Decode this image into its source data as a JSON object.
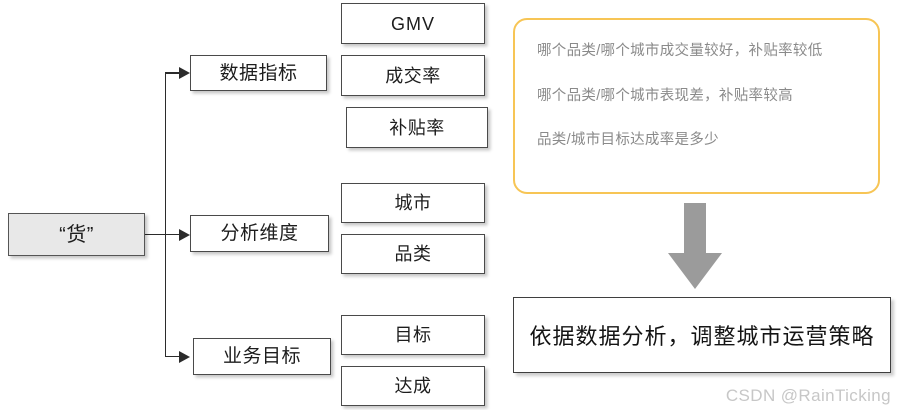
{
  "diagram": {
    "source": {
      "label": "“货”"
    },
    "branches": [
      {
        "label": "数据指标",
        "leaves": [
          {
            "label": "GMV",
            "script": "latin"
          },
          {
            "label": "成交率",
            "script": "han"
          },
          {
            "label": "补贴率",
            "script": "han"
          }
        ]
      },
      {
        "label": "分析维度",
        "leaves": [
          {
            "label": "城市",
            "script": "han"
          },
          {
            "label": "品类",
            "script": "han"
          }
        ]
      },
      {
        "label": "业务目标",
        "leaves": [
          {
            "label": "目标",
            "script": "han"
          },
          {
            "label": "达成",
            "script": "han"
          }
        ]
      }
    ],
    "leaves_flat": [
      "GMV",
      "成交率",
      "补贴率",
      "城市",
      "品类",
      "目标",
      "达成"
    ],
    "mid_flat": [
      "数据指标",
      "分析维度",
      "业务目标"
    ]
  },
  "question_panel": {
    "lines": [
      "哪个品类/哪个城市成交量较好，补贴率较低",
      "哪个品类/哪个城市表现差，补贴率较高",
      "品类/城市目标达成率是多少"
    ],
    "border_color": "#F7C555",
    "text_color": "#8A8A8A"
  },
  "flow_arrow": {
    "icon": "arrow-down-icon",
    "color": "#9B9B9B"
  },
  "conclusion": {
    "label": "依据数据分析，调整城市运营策略"
  },
  "watermark": {
    "label": "CSDN @RainTicking",
    "color": "#C7C7C7"
  },
  "colors": {
    "box_border": "#4A4A4A",
    "box_fill": "#FFFFFF",
    "source_fill": "#E8E8E8",
    "connector": "#2B2B2B"
  }
}
